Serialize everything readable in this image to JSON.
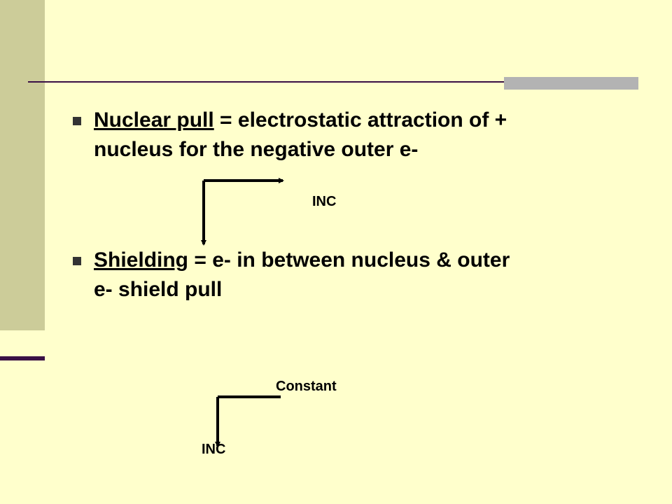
{
  "slide": {
    "bullets": [
      {
        "term": "Nuclear pull",
        "line1_rest": " = electrostatic attraction of +",
        "line2": "nucleus for the negative outer e-"
      },
      {
        "term": "Shielding",
        "line1_rest": " = e- in between nucleus & outer",
        "line2": "e- shield pull"
      }
    ],
    "diagram1": {
      "label": "INC"
    },
    "diagram2": {
      "label_top": "Constant",
      "label_bottom": "INC"
    }
  },
  "colors": {
    "background": "#ffffcc",
    "side_bar": "#cccc99",
    "rule": "#3a1045",
    "accent": "#b3b3b3",
    "text": "#000000"
  }
}
